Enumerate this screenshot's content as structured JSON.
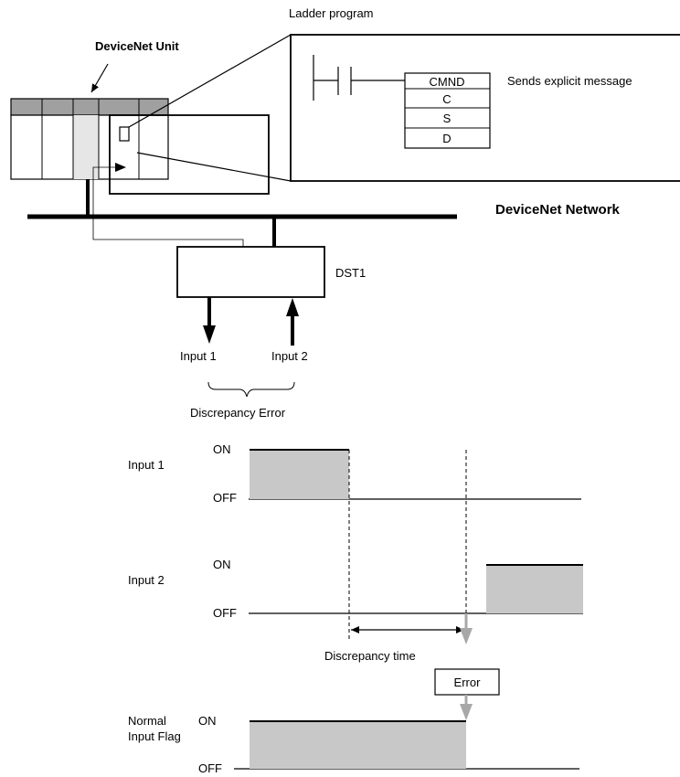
{
  "colors": {
    "line": "#000000",
    "fill_gray": "#c8c8c8",
    "rack_dark": "#a0a0a0",
    "rack_light": "#e6e6e6",
    "white": "#ffffff"
  },
  "ladder": {
    "title": "Ladder program",
    "cmnd": "CMND",
    "operands": [
      "C",
      "S",
      "D"
    ],
    "description": "Sends explicit message"
  },
  "devicenet_unit_label": "DeviceNet Unit",
  "network_label": "DeviceNet Network",
  "dst_label": "DST1",
  "inputs": [
    "Input 1",
    "Input 2"
  ],
  "discrepancy_error": "Discrepancy Error",
  "timing": {
    "rows": [
      {
        "name": "Input 1",
        "levels": [
          "ON",
          "OFF"
        ]
      },
      {
        "name": "Input 2",
        "levels": [
          "ON",
          "OFF"
        ]
      },
      {
        "name_lines": [
          "Normal",
          "Input Flag"
        ],
        "levels": [
          "ON",
          "OFF"
        ]
      }
    ],
    "discrepancy_time": "Discrepancy time",
    "error": "Error"
  }
}
